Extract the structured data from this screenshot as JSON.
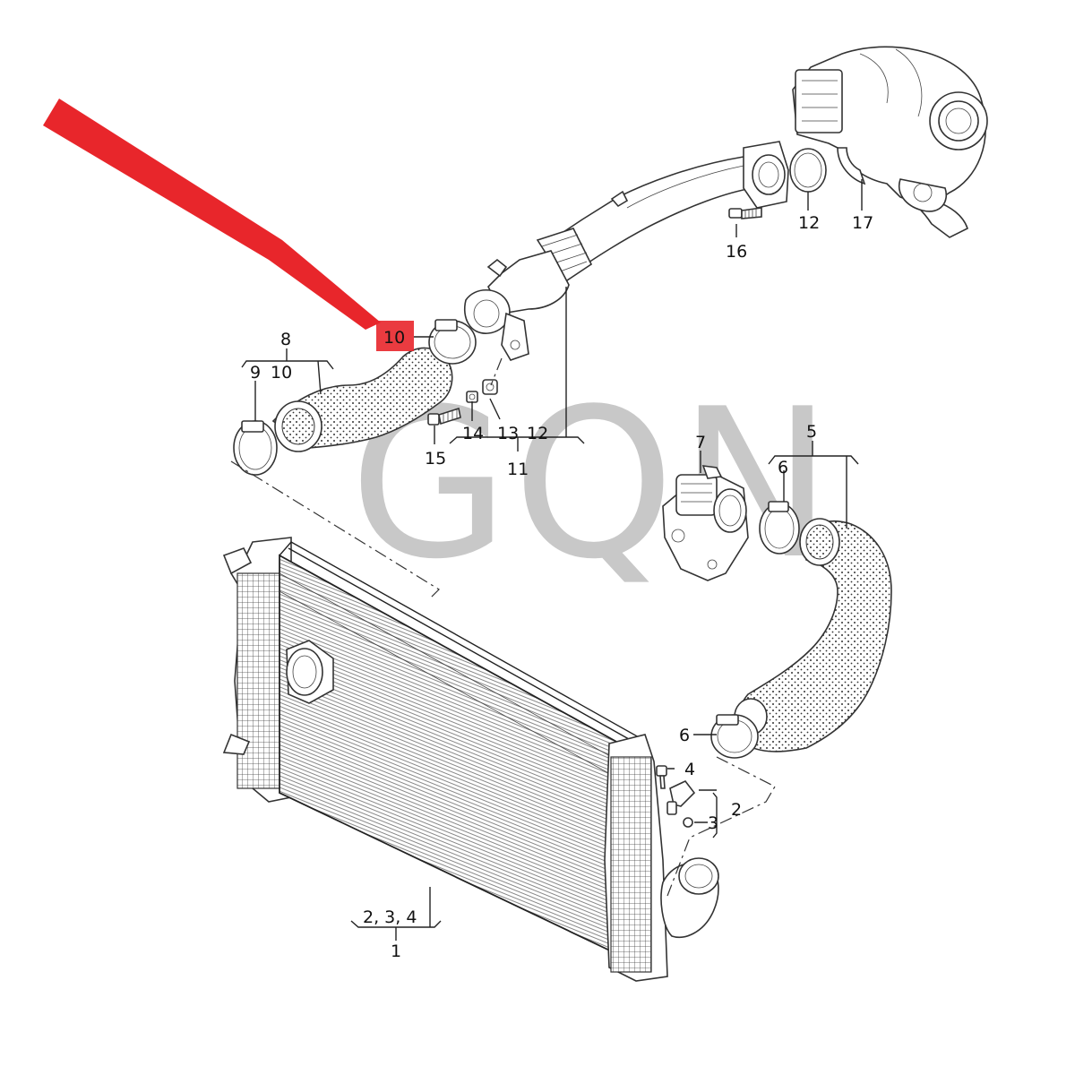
{
  "watermark": "GQN",
  "highlight_color": "#e8262b",
  "callouts": {
    "c1": "1",
    "c1_sub": "2, 3, 4",
    "c2": "2",
    "c3": "3",
    "c4": "4",
    "c5": "5",
    "c6a": "6",
    "c6b": "6",
    "c7": "7",
    "c8": "8",
    "c8_sub_9": "9",
    "c8_sub_10": "10",
    "c10_highlight": "10",
    "c11": "11",
    "c11_sub_14": "14",
    "c11_sub_13": "13",
    "c11_sub_12": "12",
    "c12": "12",
    "c15": "15",
    "c16": "16",
    "c17": "17"
  }
}
